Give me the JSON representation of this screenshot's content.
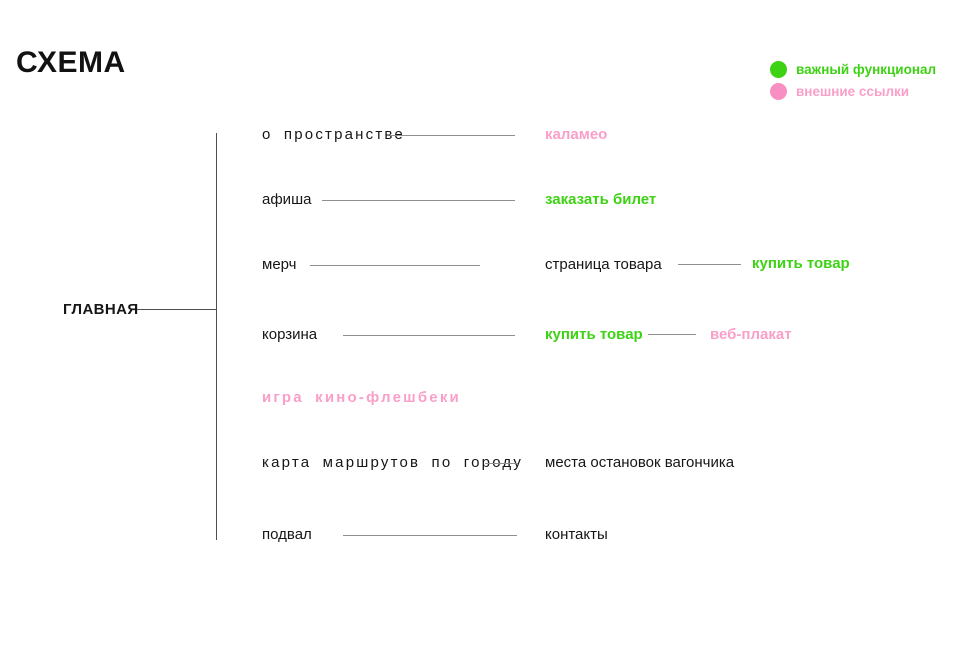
{
  "title": "СХЕМА",
  "legend": {
    "items": [
      {
        "icon": "green-dot",
        "label": "важный функционал",
        "color": "#3dd213",
        "meaning": "important functionality"
      },
      {
        "icon": "pink-dot",
        "label": "внешние ссылки",
        "color": "#f99fc9",
        "meaning": "external links"
      }
    ]
  },
  "root": {
    "label": "ГЛАВНАЯ"
  },
  "rows": [
    {
      "level1": "о пространстве",
      "level2": "каламео",
      "level2_color": "pink"
    },
    {
      "level1": "афиша",
      "level2": "заказать билет",
      "level2_color": "green"
    },
    {
      "level1": "мерч",
      "level2": "страница товара",
      "level2_color": "black",
      "level3": "купить товар",
      "level3_color": "green"
    },
    {
      "level1": "корзина",
      "level2": "купить товар",
      "level2_color": "green",
      "level3": "веб-плакат",
      "level3_color": "pink"
    },
    {
      "level1": "игра кино-флешбеки",
      "level1_color": "pink"
    },
    {
      "level1": "карта маршрутов по городу",
      "level2": "места остановок вагончика",
      "level2_color": "black"
    },
    {
      "level1": "подвал",
      "level2": "контакты",
      "level2_color": "black"
    }
  ],
  "colors": {
    "green": "#3dd213",
    "pink": "#f99fc9",
    "line": "#8f8f8f",
    "trunk": "#4f4f4f",
    "text": "#161616"
  }
}
